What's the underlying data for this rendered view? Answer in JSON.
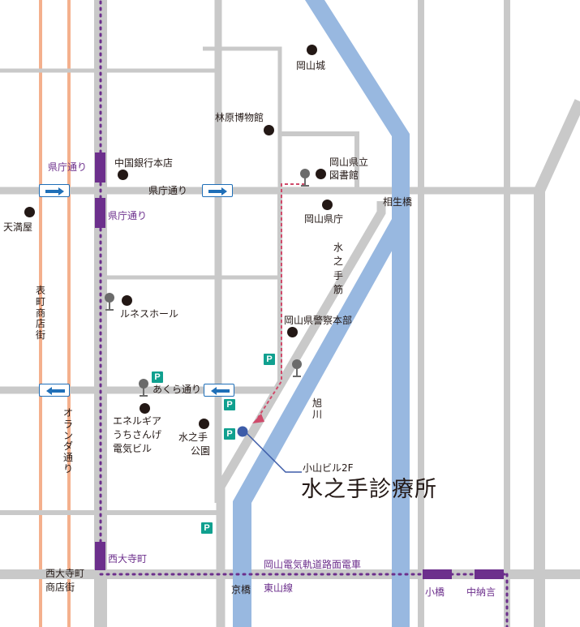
{
  "colors": {
    "road": "#c9c9c9",
    "river": "#98b8e0",
    "shopping_street": "#f4b08d",
    "tram": "#6c2f8c",
    "route": "#d04a6a",
    "parking": "#10a08f",
    "arrow": "#1f6fb8",
    "clinic_marker": "#3d5ca8"
  },
  "clinic": {
    "building": "小山ビル2F",
    "name": "水之手診療所"
  },
  "landmarks": {
    "okayama_castle": "岡山城",
    "hayashibara_museum": "林原博物館",
    "pref_library_1": "岡山県立",
    "pref_library_2": "図書館",
    "chugoku_bank": "中国銀行本店",
    "pref_office": "岡山県庁",
    "tenmaya": "天満屋",
    "lunes_hall": "ルネスホール",
    "police_hq": "岡山県警察本部",
    "energia_1": "エネルギア",
    "energia_2": "うちさんげ",
    "energia_3": "電気ビル",
    "park_1": "水之手",
    "park_2": "公園"
  },
  "streets": {
    "kencho_dori": "県庁通り",
    "akura_dori": "あくら通り",
    "mizunote_suji": "水之手筋",
    "omotecho": "表町商店街",
    "oranda_dori": "オランダ通り",
    "saidaijicho_shotengai_1": "西大寺町",
    "saidaijicho_shotengai_2": "商店街",
    "asahi_river": "旭川"
  },
  "bridges": {
    "aioi": "相生橋",
    "kyobashi": "京橋"
  },
  "tram": {
    "line_name_1": "岡山電気軌道路面電車",
    "line_name_2": "東山線",
    "stops": {
      "kencho_dori_north": "県庁通り",
      "kencho_dori_south": "県庁通り",
      "saidaijicho": "西大寺町",
      "kobashi": "小橋",
      "chunagon": "中納言"
    }
  },
  "parking_label": "P"
}
